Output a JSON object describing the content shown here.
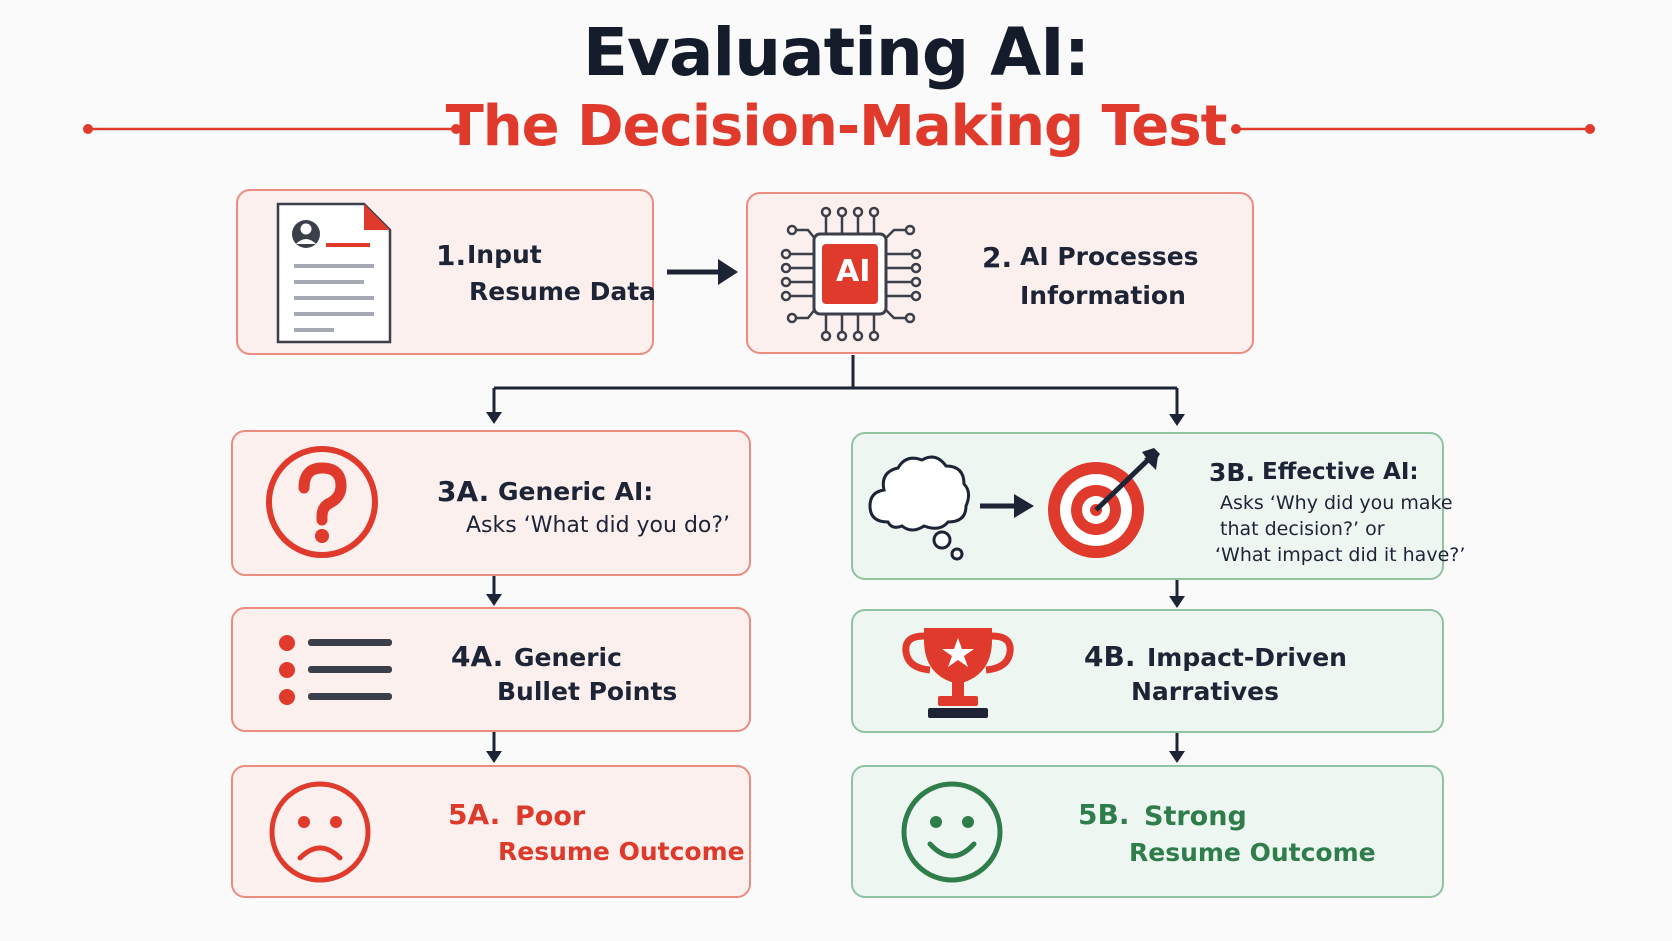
{
  "title": {
    "main": "Evaluating AI:",
    "sub": "The Decision-Making Test"
  },
  "colors": {
    "accent_red": "#e03a2c",
    "accent_green": "#2f7d4a",
    "dark": "#141c2b"
  },
  "steps": {
    "s1": {
      "num": "1.",
      "line1": "Input",
      "line2": "Resume Data",
      "icon": "resume-document-icon"
    },
    "s2": {
      "num": "2.",
      "line1": "AI Processes",
      "line2": "Information",
      "icon": "ai-chip-icon",
      "chip_text": "AI"
    },
    "s3a": {
      "num": "3A.",
      "line1": "Generic AI:",
      "line2": "Asks ‘What did you do?’",
      "icon": "question-mark-icon"
    },
    "s3b": {
      "num": "3B.",
      "line1": "Effective AI:",
      "q1": "Asks ‘Why did you make",
      "q2": "that decision?’ or",
      "q3": "‘What impact did it have?’",
      "icons": [
        "thought-bubble-icon",
        "target-icon"
      ]
    },
    "s4a": {
      "num": "4A.",
      "line1": "Generic",
      "line2": "Bullet Points",
      "icon": "bullet-list-icon"
    },
    "s4b": {
      "num": "4B.",
      "line1": "Impact-Driven",
      "line2": "Narratives",
      "icon": "trophy-icon"
    },
    "s5a": {
      "num": "5A.",
      "line1": "Poor",
      "line2": "Resume Outcome",
      "icon": "sad-face-icon"
    },
    "s5b": {
      "num": "5B.",
      "line1": "Strong",
      "line2": "Resume Outcome",
      "icon": "happy-face-icon"
    }
  }
}
